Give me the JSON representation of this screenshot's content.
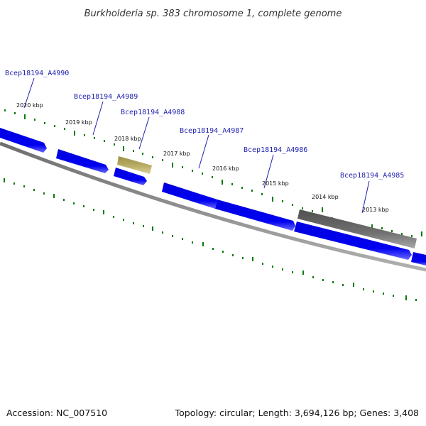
{
  "title": "Burkholderia sp. 383 chromosome 1, complete genome",
  "accession": "Accession: NC_007510",
  "summary": "Topology: circular; Length: 3,694,126 bp; Genes: 3,408",
  "colors": {
    "gene_forward": "#0000e6",
    "gene_highlight": "#4d4dff",
    "gene_olive": "#b5a95c",
    "gene_gray": "#6e6e6e",
    "backbone": "#808080",
    "tick": "#0a7a0a",
    "label": "#1f1fb0"
  },
  "kbp_ticks": [
    "2020 kbp",
    "2019 kbp",
    "2018 kbp",
    "2017 kbp",
    "2016 kbp",
    "2015 kbp",
    "2014 kbp",
    "2013 kbp"
  ],
  "gene_labels": [
    "Bcep18194_A4990",
    "Bcep18194_A4989",
    "Bcep18194_A4988",
    "Bcep18194_A4987",
    "Bcep18194_A4986",
    "Bcep18194_A4985"
  ]
}
